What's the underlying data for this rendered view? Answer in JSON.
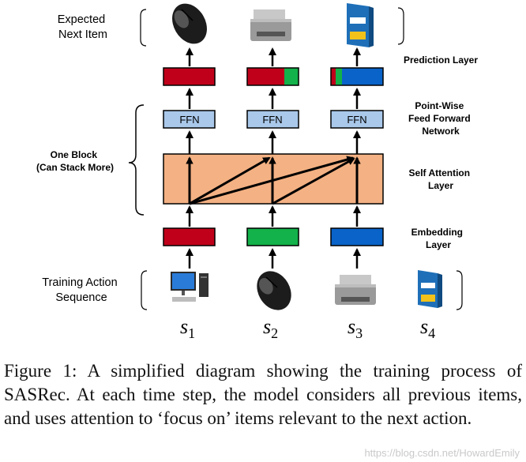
{
  "labels": {
    "expected_next_item": [
      "Expected",
      "Next Item"
    ],
    "prediction_layer": "Prediction Layer",
    "ffn_layer": [
      "Point-Wise",
      "Feed Forward",
      "Network"
    ],
    "one_block": [
      "One Block",
      "(Can Stack More)"
    ],
    "self_attention": [
      "Self Attention",
      "Layer"
    ],
    "embedding": [
      "Embedding",
      "Layer"
    ],
    "training_sequence": [
      "Training Action",
      "Sequence"
    ]
  },
  "ffn_box_label": "FFN",
  "sequence": [
    {
      "symbol": "s",
      "subscript": "1",
      "item": "computer-icon"
    },
    {
      "symbol": "s",
      "subscript": "2",
      "item": "mouse-icon"
    },
    {
      "symbol": "s",
      "subscript": "3",
      "item": "printer-icon"
    },
    {
      "symbol": "s",
      "subscript": "4",
      "item": "software-box-icon"
    }
  ],
  "expected_items": [
    "mouse-icon",
    "printer-icon",
    "software-box-icon"
  ],
  "colors": {
    "red": "#c0001a",
    "green": "#13b24a",
    "blue": "#0a63c8",
    "ffn_fill": "#a9c8ea",
    "attention_fill": "#f4b183"
  },
  "caption": "Figure 1: A simplified diagram showing the training process of SASRec. At each time step, the model considers all previous items, and uses attention to ‘focus on’ items relevant to the next action.",
  "watermark": "https://blog.csdn.net/HowardEmily"
}
